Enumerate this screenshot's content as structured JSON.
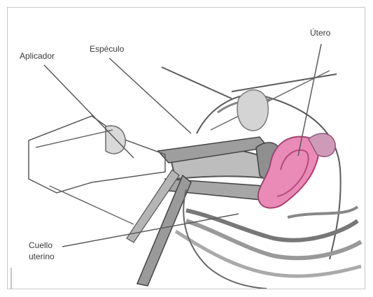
{
  "labels": {
    "aplicador": "Aplicador",
    "especulo": "Espéculo",
    "utero": "Útero",
    "cuello_line1": "Cuello",
    "cuello_line2": "uterino"
  },
  "colors": {
    "uterus_fill": "#e98bb6",
    "uterus_stroke": "#a8406f",
    "ink": "#4a4a4a",
    "tissue_gray": "#a9a9a9",
    "light_gray": "#d8d8d8"
  }
}
